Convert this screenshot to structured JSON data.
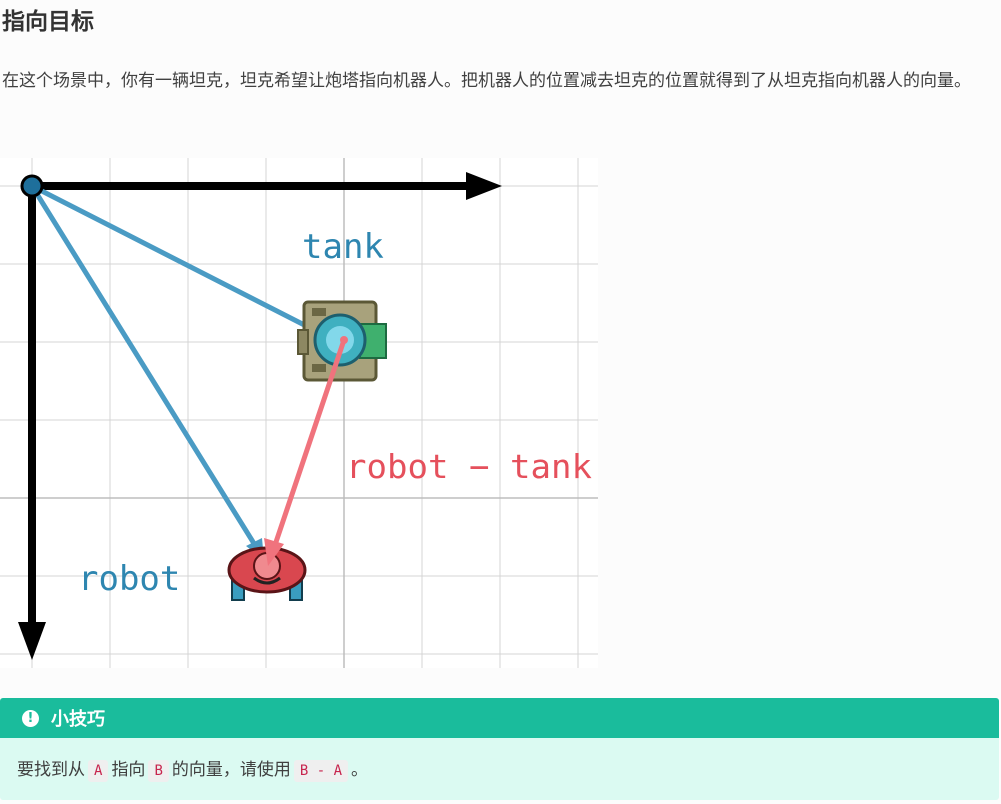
{
  "page": {
    "title": "指向目标",
    "intro": "在这个场景中，你有一辆坦克，坦克希望让炮塔指向机器人。把机器人的位置减去坦克的位置就得到了从坦克指向机器人的向量。"
  },
  "diagram": {
    "tank_label": "tank",
    "robot_label": "robot",
    "vector_label": "robot − tank",
    "colors": {
      "axis": "#000000",
      "grid": "#d0d0d0",
      "position_vector": "#4a9bc4",
      "difference_vector": "#f0737d",
      "label_blue": "#2e86b0",
      "label_red": "#e5505c"
    }
  },
  "tip": {
    "title": "小技巧",
    "icon": "exclamation-icon",
    "text_before": "要找到从",
    "code_a": "A",
    "text_middle": "指向",
    "code_b": "B",
    "text_after_b": "的向量，请使用",
    "code_expr": "B - A",
    "text_end": "。",
    "header_color": "#1abc9c",
    "body_color": "#dbfaf2"
  }
}
